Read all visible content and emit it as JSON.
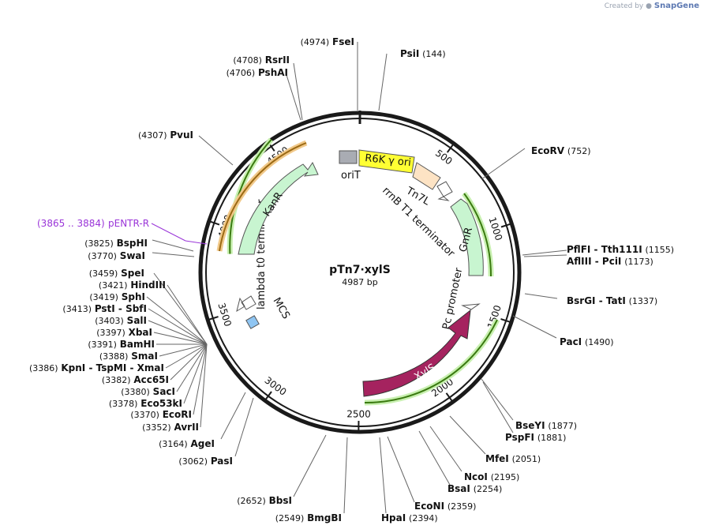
{
  "credit": {
    "prefix": "Created by",
    "brand": "SnapGene"
  },
  "plasmid": {
    "name": "pTn7·xylS",
    "size_label": "4987 bp",
    "length": 4987
  },
  "ticks": [
    "500",
    "1000",
    "1500",
    "2000",
    "2500",
    "3000",
    "3500",
    "4000",
    "4500"
  ],
  "features": [
    {
      "id": "r6k",
      "label": "R6K γ ori",
      "color": "#ffff33"
    },
    {
      "id": "orit",
      "label": "oriT",
      "color": "#a9acb3"
    },
    {
      "id": "tn7l",
      "label": "Tn7L",
      "color": "#fde3c4"
    },
    {
      "id": "rrnb",
      "label": "rrnB T1 terminator",
      "color": "#ffffff"
    },
    {
      "id": "gmr",
      "label": "GmR",
      "color": "#c8f5d0"
    },
    {
      "id": "pc",
      "label": "Pc promoter",
      "color": "#ffffff"
    },
    {
      "id": "xyls",
      "label": "XylS",
      "color": "#a5235f"
    },
    {
      "id": "mcs",
      "label": "MCS",
      "color": "#8fc5f2"
    },
    {
      "id": "lambda",
      "label": "lambda t0 terminator",
      "color": "#ffffff"
    },
    {
      "id": "kanr",
      "label": "KanR",
      "color": "#c8f5d0"
    }
  ],
  "primer": {
    "pos": "(3865 .. 3884)",
    "name": "pENTR-R",
    "color": "#9a35d8"
  },
  "sites": [
    {
      "pos": "(4974)",
      "name": "FseI"
    },
    {
      "pos": "(144)",
      "name": "PsiI"
    },
    {
      "pos": "(4708)",
      "name": "RsrII"
    },
    {
      "pos": "(4706)",
      "name": "PshAI"
    },
    {
      "pos": "(4307)",
      "name": "PvuI"
    },
    {
      "pos": "(752)",
      "name": "EcoRV"
    },
    {
      "pos": "(3825)",
      "name": "BspHI"
    },
    {
      "pos": "(3770)",
      "name": "SwaI"
    },
    {
      "pos": "(1155)",
      "name": "PflFI  -  Tth111I"
    },
    {
      "pos": "(1173)",
      "name": "AflIII  -  PciI"
    },
    {
      "pos": "(3459)",
      "name": "SpeI"
    },
    {
      "pos": "(3421)",
      "name": "HindIII"
    },
    {
      "pos": "(1337)",
      "name": "BsrGI  -  TatI"
    },
    {
      "pos": "(3419)",
      "name": "SphI"
    },
    {
      "pos": "(3413)",
      "name": "PstI  -  SbfI"
    },
    {
      "pos": "(3403)",
      "name": "SalI"
    },
    {
      "pos": "(3397)",
      "name": "XbaI"
    },
    {
      "pos": "(1490)",
      "name": "PacI"
    },
    {
      "pos": "(3391)",
      "name": "BamHI"
    },
    {
      "pos": "(3388)",
      "name": "SmaI"
    },
    {
      "pos": "(3386)",
      "name": "KpnI  -  TspMI  -  XmaI"
    },
    {
      "pos": "(3382)",
      "name": "Acc65I"
    },
    {
      "pos": "(3380)",
      "name": "SacI"
    },
    {
      "pos": "(1877)",
      "name": "BseYI"
    },
    {
      "pos": "(3378)",
      "name": "Eco53kI"
    },
    {
      "pos": "(1881)",
      "name": "PspFI"
    },
    {
      "pos": "(3370)",
      "name": "EcoRI"
    },
    {
      "pos": "(3352)",
      "name": "AvrII"
    },
    {
      "pos": "(2051)",
      "name": "MfeI"
    },
    {
      "pos": "(3164)",
      "name": "AgeI"
    },
    {
      "pos": "(3062)",
      "name": "PasI"
    },
    {
      "pos": "(2195)",
      "name": "NcoI"
    },
    {
      "pos": "(2254)",
      "name": "BsaI"
    },
    {
      "pos": "(2652)",
      "name": "BbsI"
    },
    {
      "pos": "(2359)",
      "name": "EcoNI"
    },
    {
      "pos": "(2549)",
      "name": "BmgBI"
    },
    {
      "pos": "(2394)",
      "name": "HpaI"
    }
  ]
}
